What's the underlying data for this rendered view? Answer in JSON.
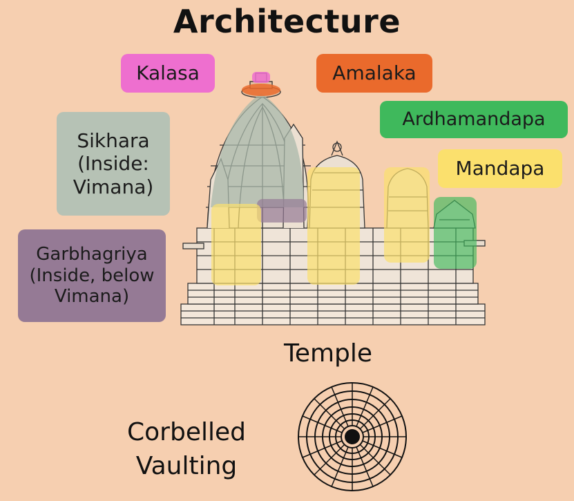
{
  "title": "Architecture",
  "labels": {
    "kalasa": "Kalasa",
    "amalaka": "Amalaka",
    "sikhara": "Sikhara\n(Inside:\nVimana)",
    "ardhamandapa": "Ardhamandapa",
    "mandapa": "Mandapa",
    "garbhagriya": "Garbhagriya\n(Inside, below\nVimana)"
  },
  "captions": {
    "temple": "Temple",
    "vaulting": "Corbelled\nVaulting"
  },
  "colors": {
    "background": "#f6cfb0",
    "kalasa": "#ee6fcf",
    "amalaka": "#ea6a2c",
    "sikhara": "#b6c2b5",
    "ardhamandapa": "#3fb95c",
    "mandapa": "#fbe06d",
    "garbhagriya": "#957a95"
  }
}
